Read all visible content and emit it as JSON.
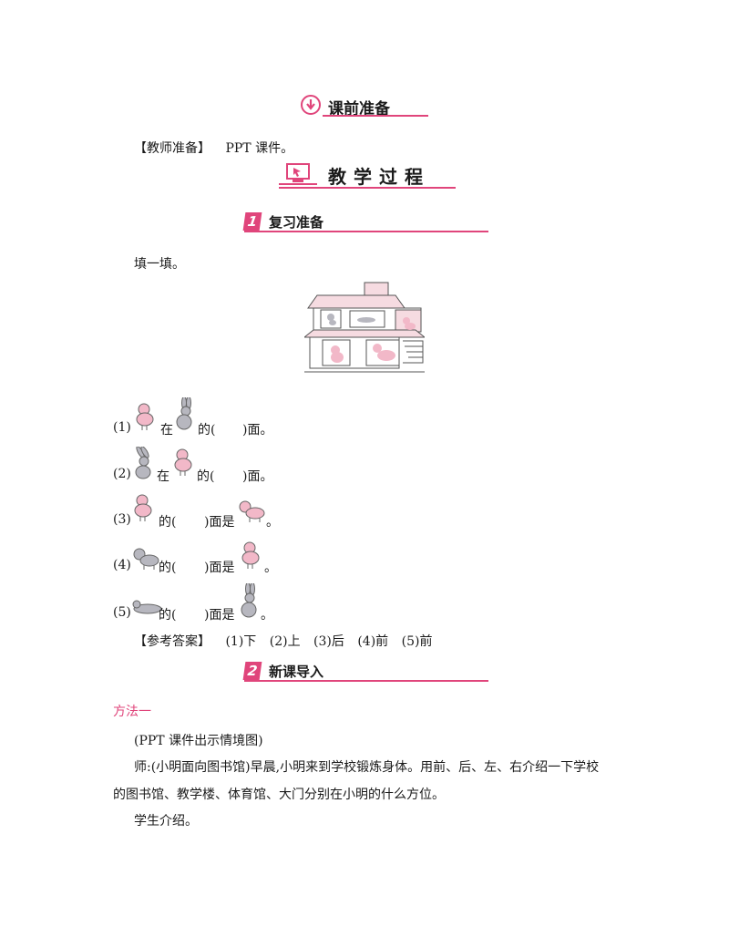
{
  "prep_section": {
    "title": "课前准备"
  },
  "teacher_prep": {
    "label": "【教师准备】",
    "content": "PPT 课件。"
  },
  "process_section": {
    "title": "教学过程"
  },
  "section1": {
    "number": "1",
    "title": "复习准备",
    "instruction": "填一填。"
  },
  "questions": [
    {
      "num": "(1)",
      "word1": "在",
      "word2": "的(",
      "word3": ")面。"
    },
    {
      "num": "(2)",
      "word1": "在",
      "word2": "的(",
      "word3": ")面。"
    },
    {
      "num": "(3)",
      "word1": "的(",
      "word2": ")面是",
      "word3": "。"
    },
    {
      "num": "(4)",
      "word1": "的(",
      "word2": ")面是",
      "word3": "。"
    },
    {
      "num": "(5)",
      "word1": "的(",
      "word2": ")面是",
      "word3": "。"
    }
  ],
  "answers": {
    "label": "【参考答案】",
    "items": [
      "(1)下",
      "(2)上",
      "(3)后",
      "(4)前",
      "(5)前"
    ]
  },
  "section2": {
    "number": "2",
    "title": "新课导入"
  },
  "method": {
    "label": "方法一"
  },
  "paragraphs": [
    "(PPT 课件出示情境图)",
    "师:(小明面向图书馆)早晨,小明来到学校锻炼身体。用前、后、左、右介绍一下学校",
    "的图书馆、教学楼、体育馆、大门分别在小明的什么方位。",
    "学生介绍。"
  ],
  "colors": {
    "accent": "#e0457b",
    "house_fill": "#f6dbe1",
    "animal_pink": "#f2b8c8",
    "animal_gray": "#b7b7bf"
  }
}
